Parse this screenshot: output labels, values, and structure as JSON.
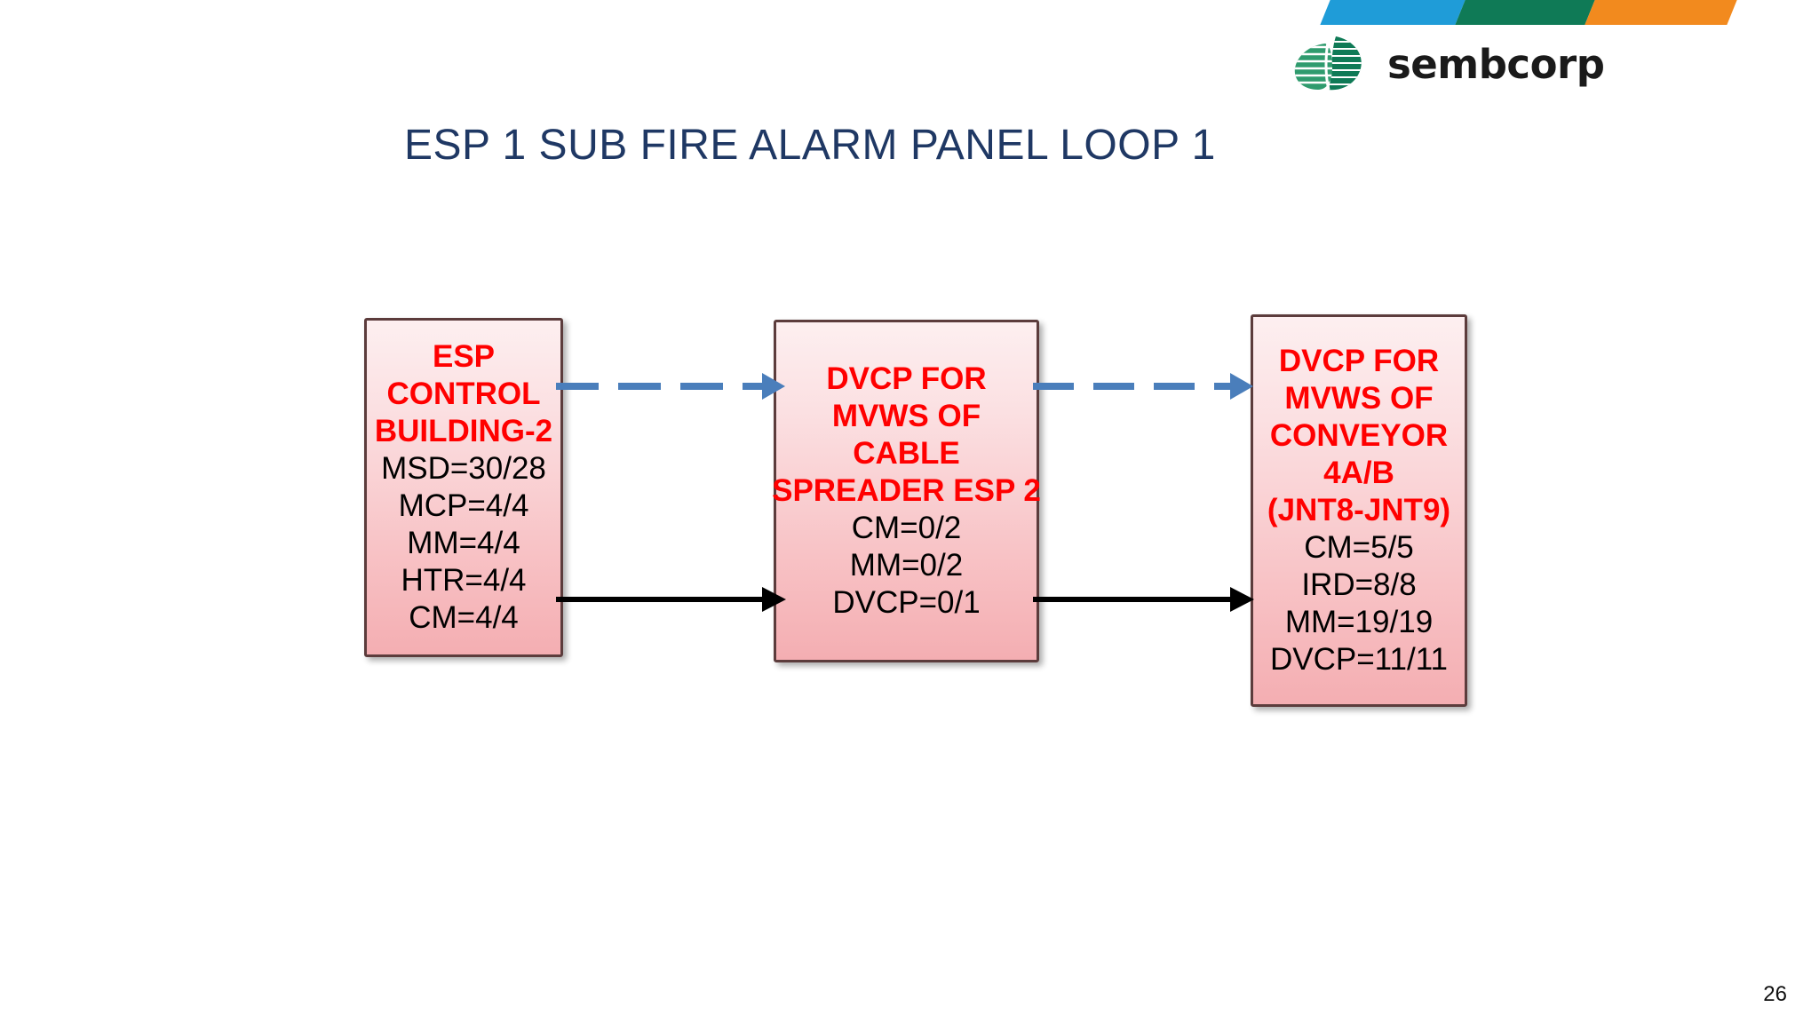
{
  "slide": {
    "title": "ESP 1 SUB FIRE ALARM PANEL LOOP 1",
    "page_number": "26",
    "title_color": "#1f3864",
    "background": "#ffffff"
  },
  "brand": {
    "wordmark": "sembcorp",
    "logo_icon": "sembcorp-leaf-icon",
    "banner_colors": {
      "blue": "#1f9cd8",
      "green": "#0f7a56",
      "orange": "#f28a1e"
    },
    "logo_green": "#0f7a56",
    "wordmark_color": "#1a1a1a"
  },
  "diagram": {
    "type": "flow",
    "node_style": {
      "title_color": "#ff0000",
      "value_color": "#000000",
      "fill_top": "#fdeff0",
      "fill_bottom": "#f4aeb2",
      "border_color": "#5c3c3c"
    },
    "nodes": [
      {
        "id": "esp-control-building-2",
        "title_lines": [
          "ESP",
          "CONTROL",
          "BUILDING-2"
        ],
        "value_lines": [
          "MSD=30/28",
          "MCP=4/4",
          "MM=4/4",
          "HTR=4/4",
          "CM=4/4"
        ]
      },
      {
        "id": "dvcp-mvws-cable-spreader-esp-2",
        "title_lines": [
          "DVCP FOR",
          "MVWS OF",
          "CABLE",
          "SPREADER ESP 2"
        ],
        "value_lines": [
          "CM=0/2",
          "MM=0/2",
          "DVCP=0/1"
        ]
      },
      {
        "id": "dvcp-mvws-conveyor-4ab",
        "title_lines": [
          "DVCP FOR",
          "MVWS OF",
          "CONVEYOR",
          "4A/B",
          "(JNT8-JNT9)"
        ],
        "value_lines": [
          "CM=5/5",
          "IRD=8/8",
          "MM=19/19",
          "DVCP=11/11"
        ]
      }
    ],
    "connectors": [
      {
        "id": "c1-dashed",
        "from": "esp-control-building-2",
        "to": "dvcp-mvws-cable-spreader-esp-2",
        "style": "dashed",
        "color": "#4a7ebb"
      },
      {
        "id": "c1-solid",
        "from": "esp-control-building-2",
        "to": "dvcp-mvws-cable-spreader-esp-2",
        "style": "solid",
        "color": "#000000"
      },
      {
        "id": "c2-dashed",
        "from": "dvcp-mvws-cable-spreader-esp-2",
        "to": "dvcp-mvws-conveyor-4ab",
        "style": "dashed",
        "color": "#4a7ebb"
      },
      {
        "id": "c2-solid",
        "from": "dvcp-mvws-cable-spreader-esp-2",
        "to": "dvcp-mvws-conveyor-4ab",
        "style": "solid",
        "color": "#000000"
      }
    ]
  }
}
